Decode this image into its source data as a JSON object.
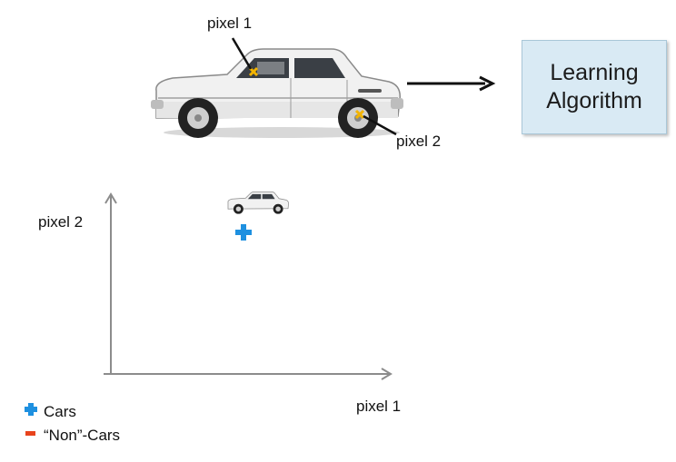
{
  "top": {
    "pixel1_label": "pixel 1",
    "pixel2_label": "pixel 2",
    "box_line1": "Learning",
    "box_line2": "Algorithm"
  },
  "plot": {
    "ylabel": "pixel 2",
    "xlabel": "pixel 1",
    "points": [
      {
        "type": "car",
        "marker": "plus",
        "image": "car-thumbnail"
      }
    ]
  },
  "legend": [
    {
      "marker": "plus",
      "label": "Cars",
      "color": "#1e90e0"
    },
    {
      "marker": "minus",
      "label": "“Non”-Cars",
      "color": "#e8431c"
    }
  ],
  "colors": {
    "plus": "#1e90e0",
    "minus": "#e8431c",
    "axis": "#8c8c8c",
    "box_fill": "#d9eaf4"
  }
}
